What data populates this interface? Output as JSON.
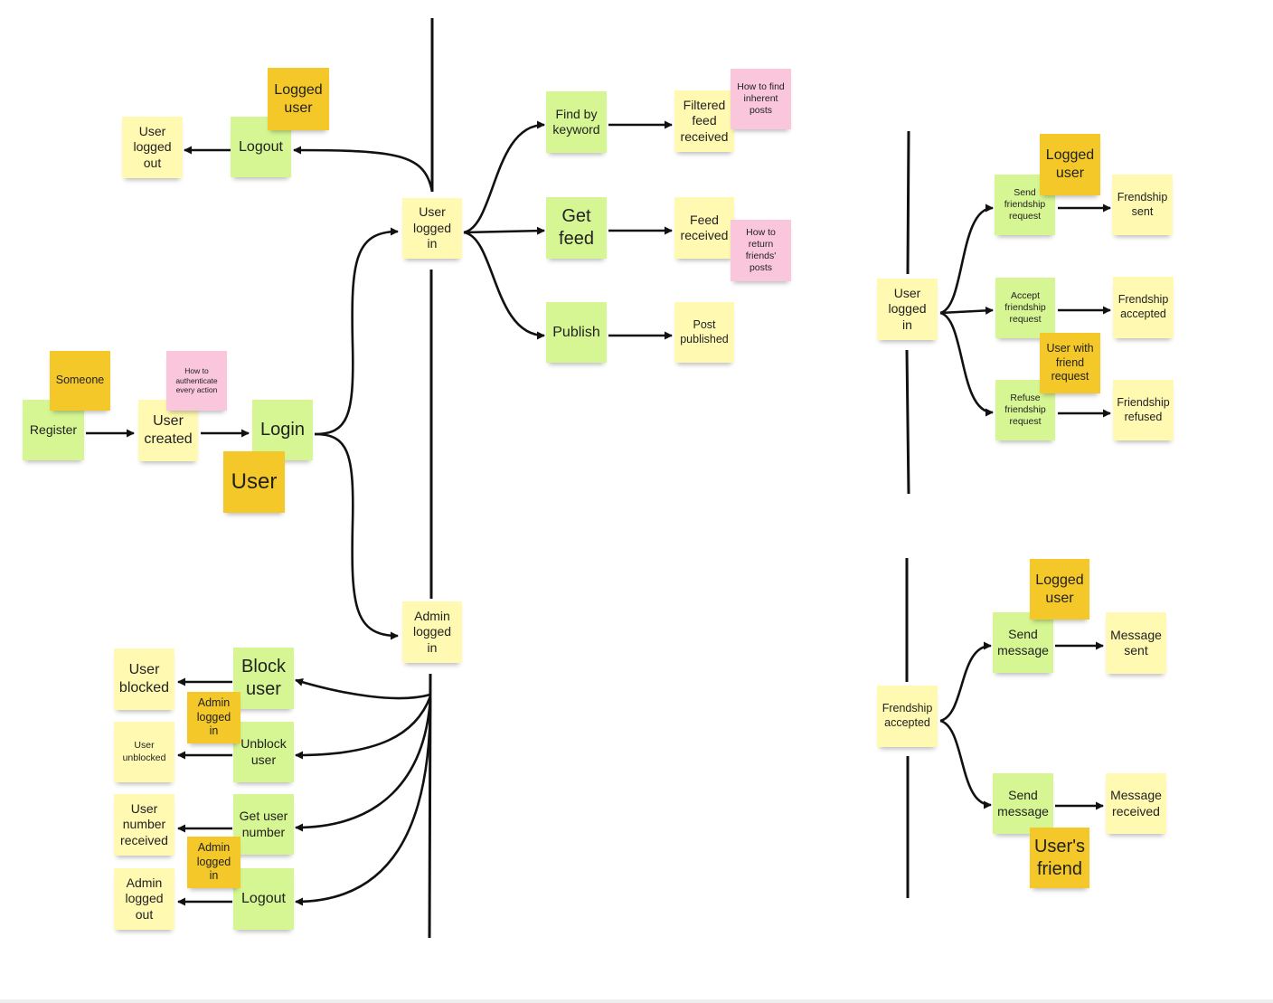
{
  "board": {
    "left_flow": {
      "someone_actor": "Someone",
      "register_cmd": "Register",
      "authenticate_hotspot": "How to\nauthenticate\nevery action",
      "user_created_evt": "User\ncreated",
      "login_cmd": "Login",
      "user_actor": "User",
      "logged_user_actor": "Logged\nuser",
      "logout_cmd": "Logout",
      "user_logged_out_evt": "User\nlogged\nout",
      "user_logged_in_evt": "User\nlogged\nin",
      "admin_logged_in_evt": "Admin\nlogged\nin"
    },
    "feed_flow": {
      "find_keyword_cmd": "Find by\nkeyword",
      "filtered_feed_evt": "Filtered\nfeed\nreceived",
      "find_posts_hotspot": "How to find\ninherent\nposts",
      "get_feed_cmd": "Get\nfeed",
      "feed_received_evt": "Feed\nreceived",
      "return_posts_hotspot": "How to\nreturn\nfriends'\nposts",
      "publish_cmd": "Publish",
      "post_published_evt": "Post\npublished"
    },
    "admin_flow": {
      "block_user_cmd": "Block\nuser",
      "user_blocked_evt": "User\nblocked",
      "admin_actor_1": "Admin\nlogged\nin",
      "unblock_user_cmd": "Unblock\nuser",
      "user_unblocked_evt": "User\nunblocked",
      "get_user_number_cmd": "Get user\nnumber",
      "user_number_evt": "User\nnumber\nreceived",
      "admin_actor_2": "Admin\nlogged\nin",
      "admin_logout_cmd": "Logout",
      "admin_logged_out_evt": "Admin\nlogged\nout"
    },
    "friendship_flow": {
      "user_logged_in_evt": "User\nlogged\nin",
      "logged_user_actor": "Logged\nuser",
      "send_request_cmd": "Send\nfriendship\nrequest",
      "sent_evt": "Frendship\nsent",
      "accept_request_cmd": "Accept\nfriendship\nrequest",
      "accepted_evt": "Frendship\naccepted",
      "friend_request_actor": "User with\nfriend\nrequest",
      "refuse_request_cmd": "Refuse\nfriendship\nrequest",
      "refused_evt": "Friendship\nrefused"
    },
    "message_flow": {
      "frendship_accepted_evt": "Frendship\naccepted",
      "logged_user_actor": "Logged\nuser",
      "send_message_cmd_1": "Send\nmessage",
      "message_sent_evt": "Message\nsent",
      "send_message_cmd_2": "Send\nmessage",
      "message_received_evt": "Message\nreceived",
      "users_friend_actor": "User's\nfriend"
    },
    "colors": {
      "command": "#d5f692",
      "event": "#fff9b1",
      "actor": "#f5c829",
      "hotspot": "#f9c6dc",
      "line": "#111111"
    }
  }
}
